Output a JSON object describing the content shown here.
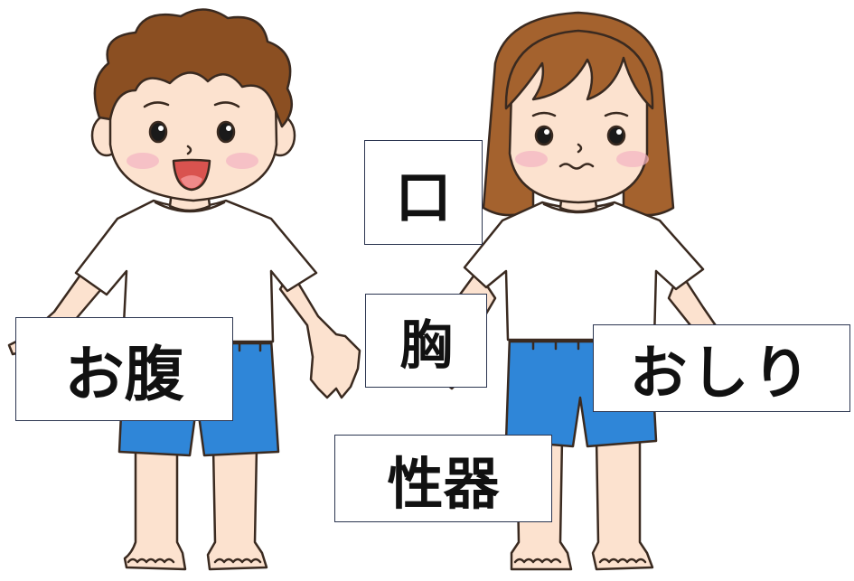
{
  "labels": {
    "mouth": "口",
    "chest": "胸",
    "belly": "お腹",
    "bottom": "おしり",
    "genitals": "性器"
  },
  "colors": {
    "skin": "#fce2cf",
    "skin_line": "#8a5a3c",
    "boy_hair": "#8b4f22",
    "girl_hair": "#a4622e",
    "shirt": "#ffffff",
    "shorts": "#2f86d8",
    "shorts_shade": "#2368b5",
    "outline": "#3a2a20",
    "cheek": "#f3b3c2",
    "card_border": "#2b3550"
  }
}
